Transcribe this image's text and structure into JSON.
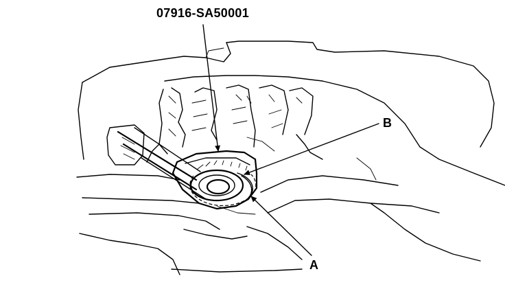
{
  "labels": {
    "tool_number": "07916-SA50001",
    "callout_b": "B",
    "callout_a": "A"
  },
  "colors": {
    "ink": "#000000",
    "paper": "#ffffff"
  }
}
